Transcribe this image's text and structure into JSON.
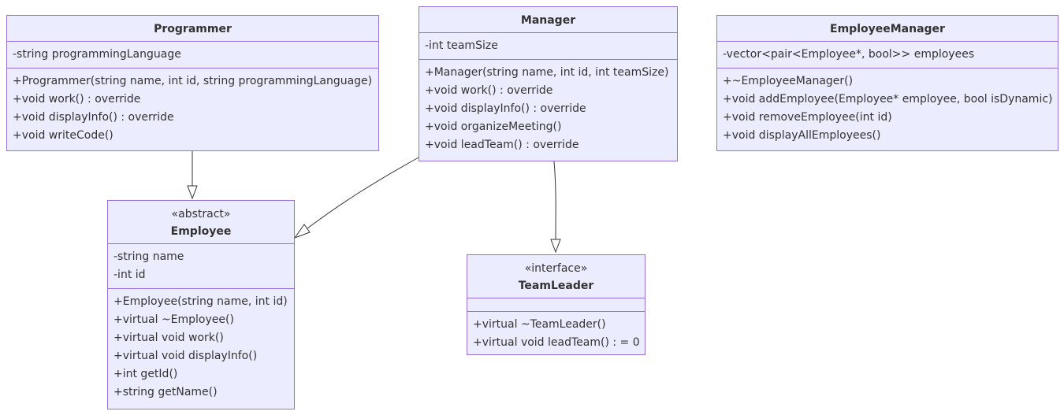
{
  "diagram": {
    "colors": {
      "box_fill": "#ECECFF",
      "box_stroke": "#9370DB",
      "text": "#333333",
      "edge": "#333333"
    },
    "classes": {
      "programmer": {
        "name": "Programmer",
        "attributes": [
          "-string programmingLanguage"
        ],
        "methods": [
          "+Programmer(string name, int id, string programmingLanguage)",
          "+void work() : override",
          "+void displayInfo() : override",
          "+void writeCode()"
        ]
      },
      "manager": {
        "name": "Manager",
        "attributes": [
          "-int teamSize"
        ],
        "methods": [
          "+Manager(string name, int id, int teamSize)",
          "+void work() : override",
          "+void displayInfo() : override",
          "+void organizeMeeting()",
          "+void leadTeam() : override"
        ]
      },
      "employee_manager": {
        "name": "EmployeeManager",
        "attributes": [
          "-vector<pair<Employee*, bool>> employees"
        ],
        "methods": [
          "+~EmployeeManager()",
          "+void addEmployee(Employee* employee, bool isDynamic)",
          "+void removeEmployee(int id)",
          "+void displayAllEmployees()"
        ]
      },
      "employee": {
        "stereotype": "«abstract»",
        "name": "Employee",
        "attributes": [
          "-string name",
          "-int id"
        ],
        "methods": [
          "+Employee(string name, int id)",
          "+virtual ~Employee()",
          "+virtual void work()",
          "+virtual void displayInfo()",
          "+int getId()",
          "+string getName()"
        ]
      },
      "team_leader": {
        "stereotype": "«interface»",
        "name": "TeamLeader",
        "attributes": [],
        "methods": [
          "+virtual ~TeamLeader()",
          "+virtual void leadTeam() : = 0"
        ]
      }
    },
    "relations": [
      {
        "from": "Programmer",
        "to": "Employee",
        "type": "inheritance"
      },
      {
        "from": "Manager",
        "to": "Employee",
        "type": "inheritance"
      },
      {
        "from": "Manager",
        "to": "TeamLeader",
        "type": "realization"
      }
    ]
  }
}
